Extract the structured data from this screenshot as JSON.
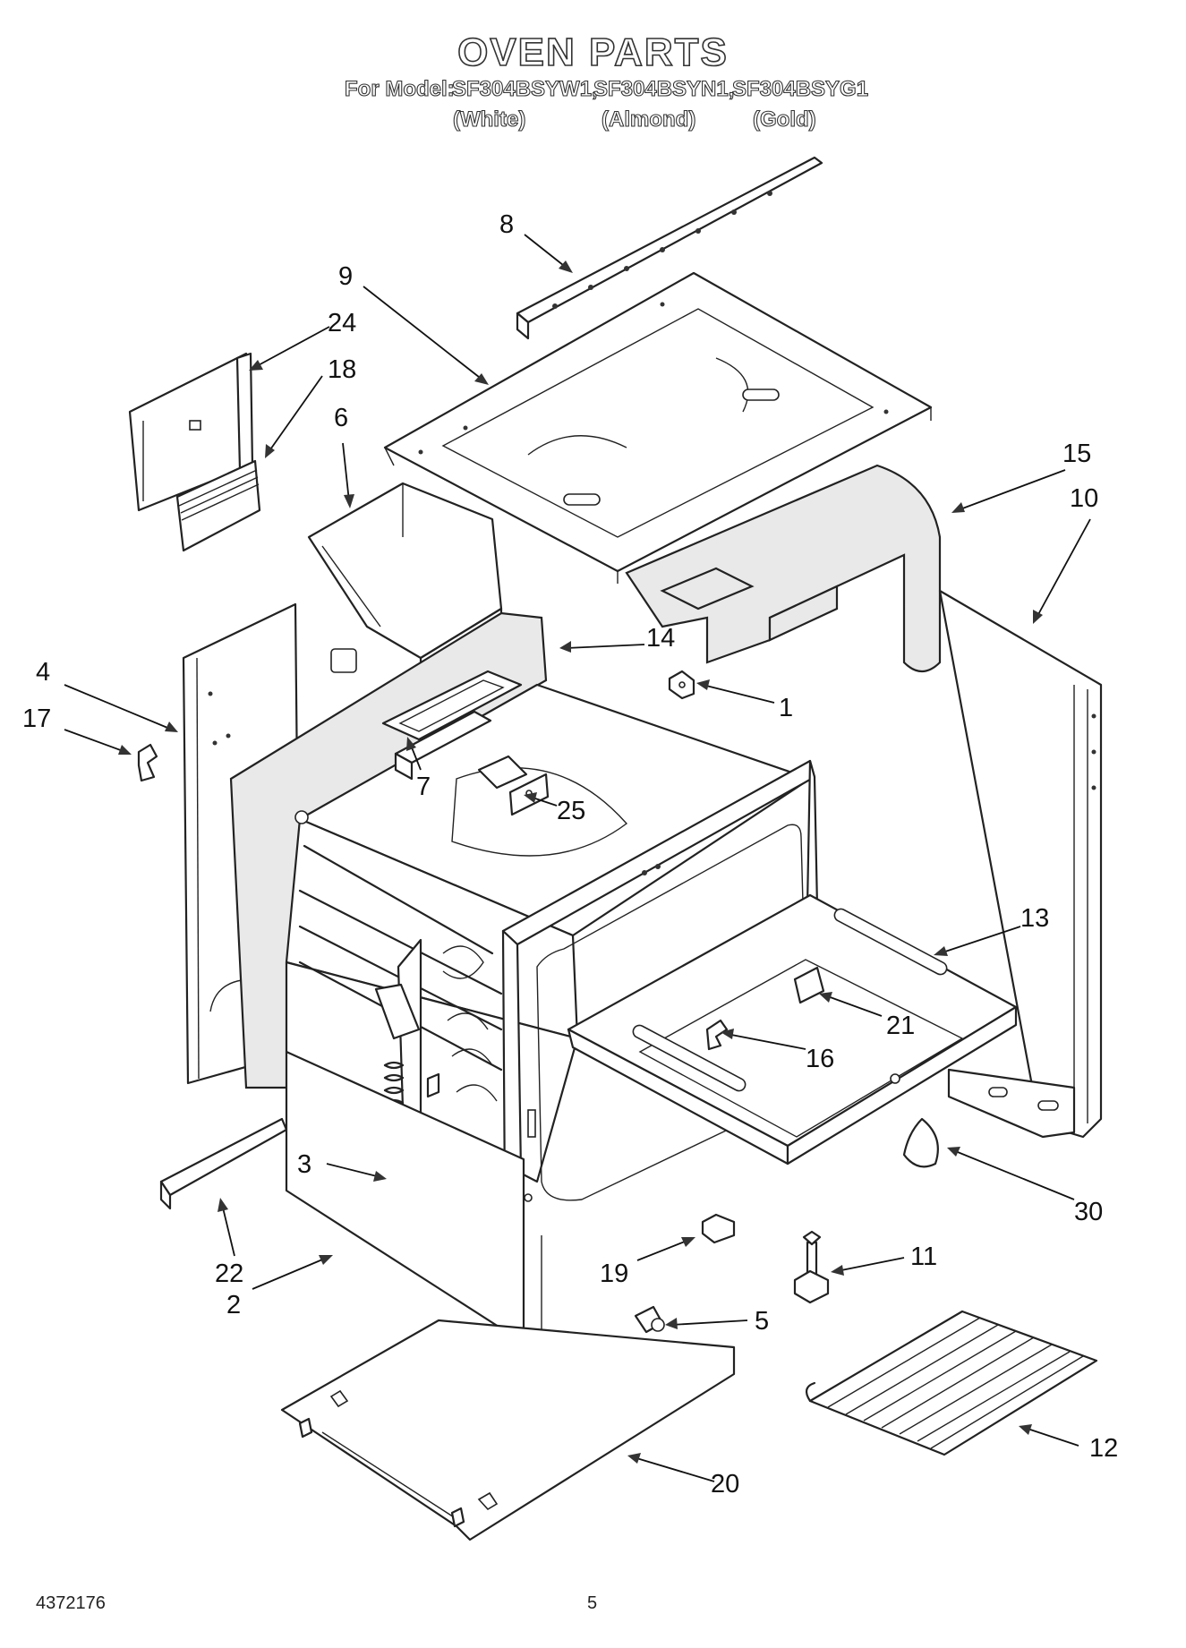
{
  "header": {
    "title": "OVEN PARTS",
    "model_prefix": "For Model:",
    "models": [
      {
        "number": "SF304BSYW1,",
        "color": "(White)"
      },
      {
        "number": "SF304BSYN1,",
        "color": "(Almond)"
      },
      {
        "number": "SF304BSYG1",
        "color": "(Gold)"
      }
    ]
  },
  "callouts": [
    "1",
    "2",
    "3",
    "4",
    "5",
    "6",
    "7",
    "8",
    "9",
    "10",
    "11",
    "12",
    "13",
    "14",
    "15",
    "16",
    "17",
    "18",
    "19",
    "20",
    "21",
    "22",
    "24",
    "25",
    "30"
  ],
  "footer": {
    "part_number": "4372176",
    "page_number": "5"
  }
}
